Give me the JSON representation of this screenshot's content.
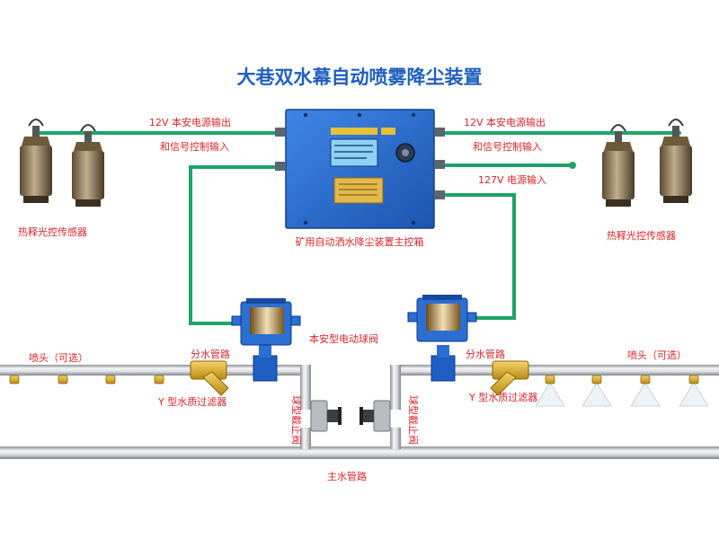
{
  "title": "大巷双水幕自动喷雾降尘装置",
  "labels": {
    "power_out_left": "12V 本安电源输出",
    "signal_in_left": "和信号控制输入",
    "power_out_right": "12V 本安电源输出",
    "signal_in_right": "和信号控制输入",
    "power_127": "127V 电源输入",
    "sensor_left": "热释光控传感器",
    "sensor_right": "热释光控传感器",
    "main_box": "矿用自动洒水降尘装置主控箱",
    "ball_valve": "本安型电动球阀",
    "nozzle_left": "喷头（可选）",
    "nozzle_right": "喷头（可选）",
    "branch_pipe_left": "分水管路",
    "branch_pipe_right": "分水管路",
    "filter_left": "Y 型水质过滤器",
    "filter_right": "Y 型水质过滤器",
    "main_pipe": "主水管路",
    "stop_valve_left": "球型截止阀",
    "stop_valve_right": "球型截止阀"
  },
  "colors": {
    "title": "#1f5fbf",
    "label": "#d9262c",
    "signal_wire": "#1fa36a",
    "box": "#2a6fd1",
    "pipe": "#c9ccce"
  }
}
